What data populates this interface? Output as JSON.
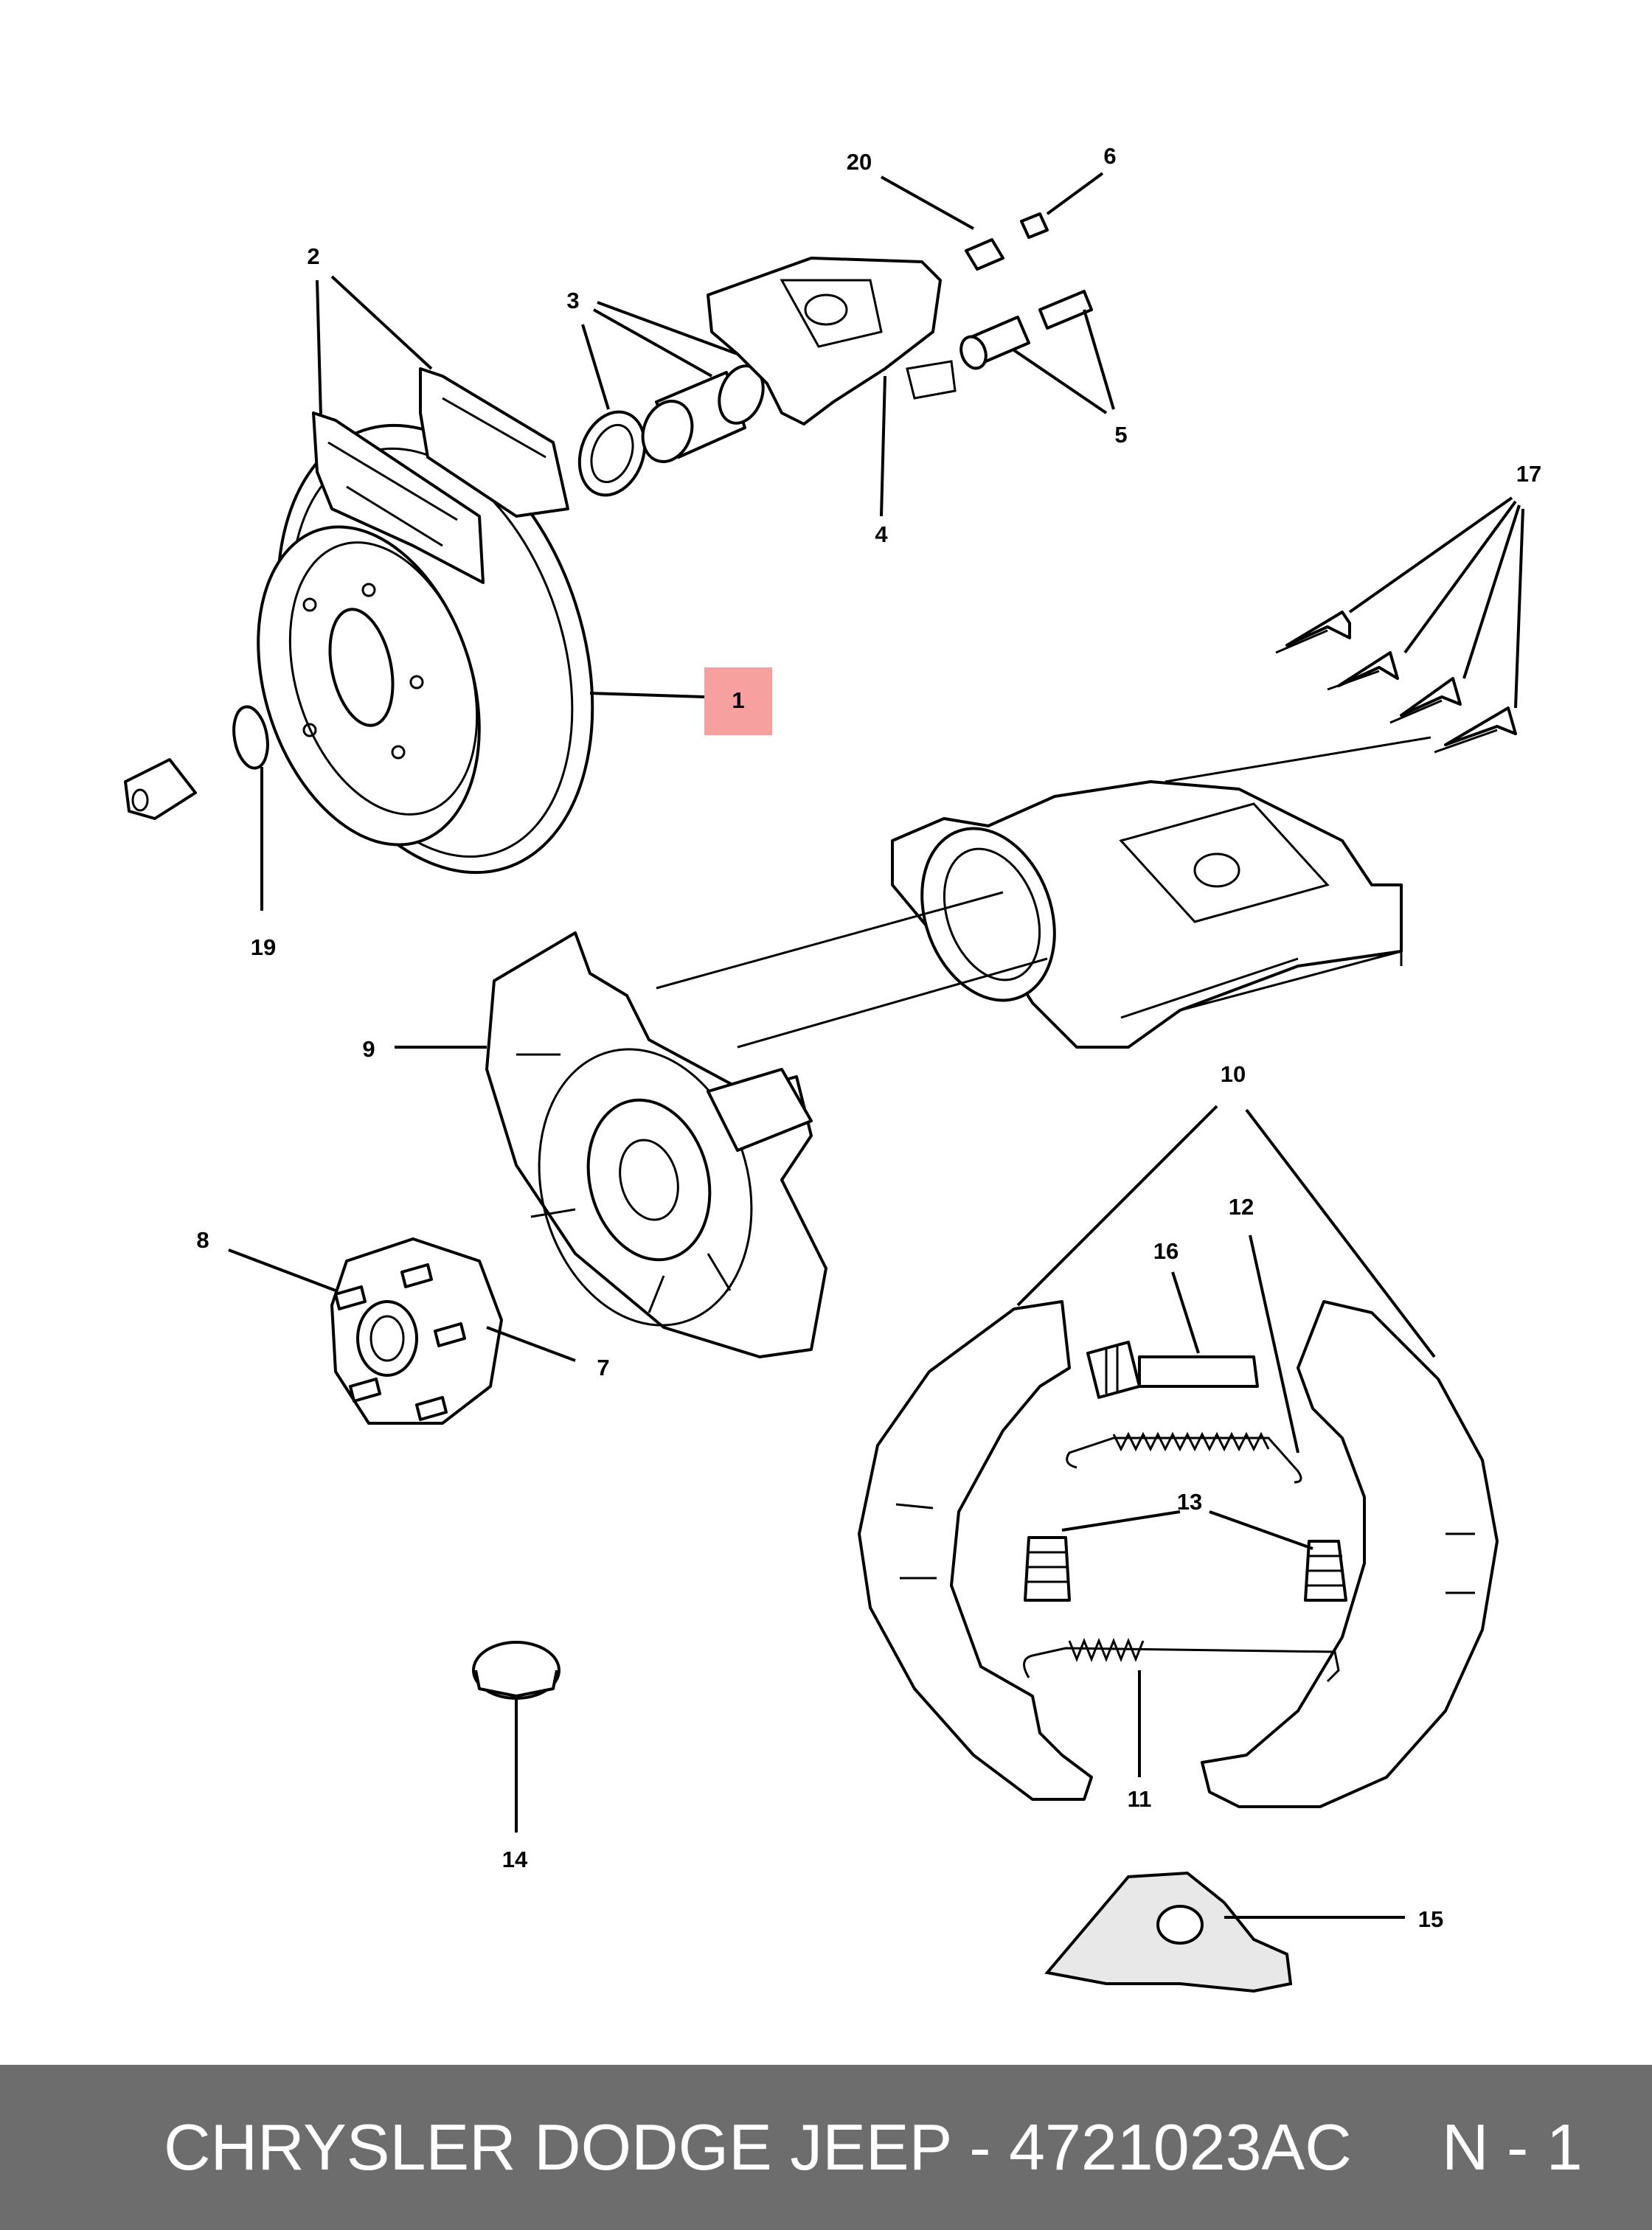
{
  "callouts": [
    {
      "id": "1",
      "label": "1",
      "highlighted": true
    },
    {
      "id": "2",
      "label": "2"
    },
    {
      "id": "3",
      "label": "3"
    },
    {
      "id": "4",
      "label": "4"
    },
    {
      "id": "5",
      "label": "5"
    },
    {
      "id": "6",
      "label": "6"
    },
    {
      "id": "7",
      "label": "7"
    },
    {
      "id": "8",
      "label": "8"
    },
    {
      "id": "9",
      "label": "9"
    },
    {
      "id": "10",
      "label": "10"
    },
    {
      "id": "11",
      "label": "11"
    },
    {
      "id": "12",
      "label": "12"
    },
    {
      "id": "13",
      "label": "13"
    },
    {
      "id": "14",
      "label": "14"
    },
    {
      "id": "15",
      "label": "15"
    },
    {
      "id": "16",
      "label": "16"
    },
    {
      "id": "17",
      "label": "17"
    },
    {
      "id": "19",
      "label": "19"
    },
    {
      "id": "20",
      "label": "20"
    }
  ],
  "footer": {
    "brand": "CHRYSLER DODGE JEEP",
    "separator": "-",
    "part_number": "4721023AC",
    "position": "N - 1"
  },
  "colors": {
    "highlight": "#f7a0a0",
    "footer_bg": "#6d6d6d",
    "footer_text": "#ffffff",
    "line": "#000000"
  }
}
